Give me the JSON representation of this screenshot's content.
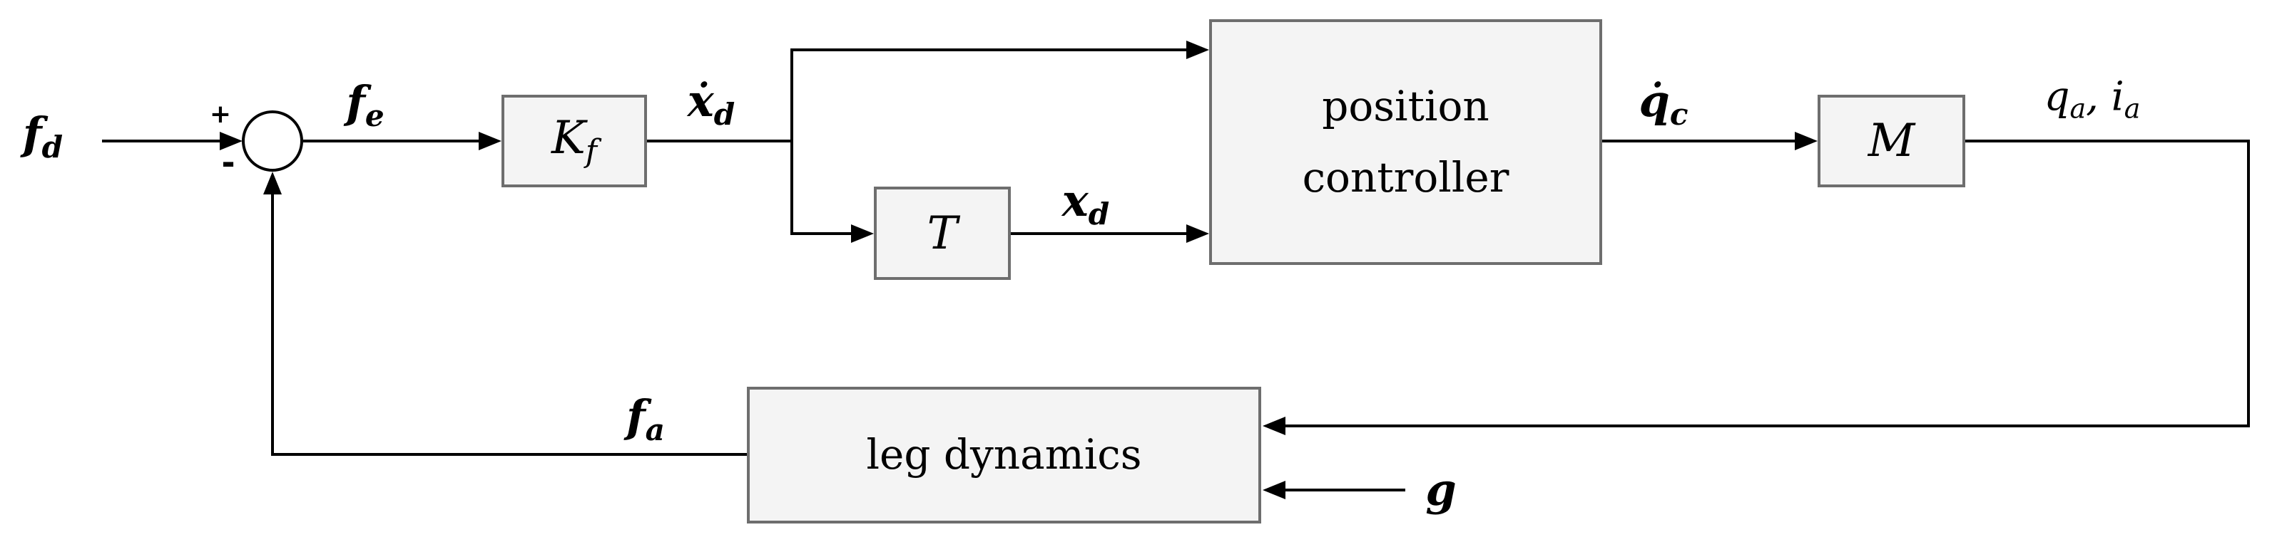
{
  "signals": {
    "fd": {
      "main": "f",
      "sub": "d"
    },
    "fe": {
      "main": "f",
      "sub": "e"
    },
    "xdot_d": {
      "main": "ẋ",
      "sub": "d"
    },
    "xd": {
      "main": "x",
      "sub": "d"
    },
    "qdot_c": {
      "main": "q̇",
      "sub": "c"
    },
    "qa_ia": {
      "main1": "q",
      "sub1": "a",
      "separator": ", ",
      "main2": "i",
      "sub2": "a"
    },
    "fa": {
      "main": "f",
      "sub": "a"
    },
    "g": {
      "main": "g"
    }
  },
  "blocks": {
    "kf": {
      "main": "K",
      "sub": "f"
    },
    "t": {
      "label": "T"
    },
    "position_controller": {
      "line1": "position",
      "line2": "controller"
    },
    "m": {
      "label": "M"
    },
    "leg_dynamics": {
      "label": "leg dynamics"
    }
  },
  "junction": {
    "plus": "+",
    "minus": "-"
  },
  "colors": {
    "background": "#ffffff",
    "line": "#000000",
    "text": "#000000",
    "block_fill": "#f4f4f4",
    "block_border": "#6e6e6e"
  }
}
